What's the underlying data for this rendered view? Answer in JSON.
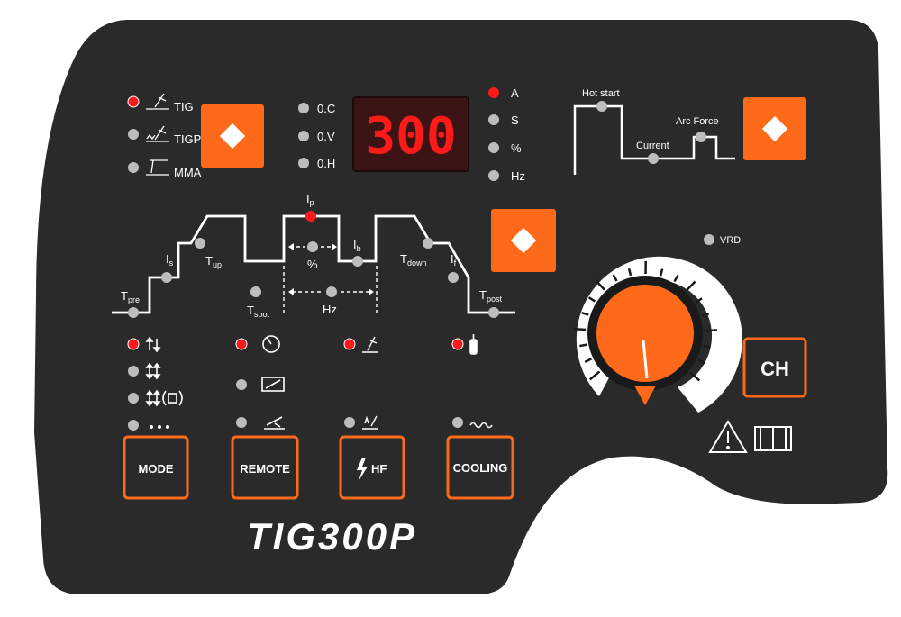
{
  "colors": {
    "panel": "#2a2a2a",
    "accent_orange": "#ff6a1a",
    "led_on": "#ff1a1a",
    "led_off": "#bdbdbd",
    "display_bg": "#3a1414",
    "display_text": "#ff1a1a",
    "line": "#ffffff"
  },
  "model": "TIG300P",
  "process": {
    "items": [
      {
        "label": "TIG",
        "icon": "tig-torch-icon",
        "active": true
      },
      {
        "label": "TIGP",
        "icon": "tig-pulse-torch-icon",
        "active": false
      },
      {
        "label": "MMA",
        "icon": "electrode-holder-icon",
        "active": false
      }
    ]
  },
  "output": {
    "items": [
      {
        "label": "0.C",
        "active": false
      },
      {
        "label": "0.V",
        "active": false
      },
      {
        "label": "0.H",
        "active": false
      }
    ]
  },
  "display": {
    "value": "300"
  },
  "units": {
    "items": [
      {
        "label": "A",
        "active": true
      },
      {
        "label": "S",
        "active": false
      },
      {
        "label": "%",
        "active": false
      },
      {
        "label": "Hz",
        "active": false
      }
    ]
  },
  "mma_graph": {
    "hot_start": "Hot start",
    "current": "Current",
    "arc_force": "Arc Force"
  },
  "tig_graph": {
    "tpre": {
      "main": "T",
      "sub": "pre"
    },
    "is": {
      "main": "I",
      "sub": "s"
    },
    "tup": {
      "main": "T",
      "sub": "up"
    },
    "ip": {
      "main": "I",
      "sub": "p"
    },
    "ib": {
      "main": "I",
      "sub": "b"
    },
    "tdown": {
      "main": "T",
      "sub": "down"
    },
    "if": {
      "main": "I",
      "sub": "f"
    },
    "tpost": {
      "main": "T",
      "sub": "post"
    },
    "tspot": {
      "main": "T",
      "sub": "spot"
    },
    "pct": "%",
    "hz": "Hz"
  },
  "vrd": {
    "label": "VRD"
  },
  "mode_options": [
    {
      "icon": "2t-trigger-icon",
      "active": true
    },
    {
      "icon": "4t-trigger-icon",
      "active": false
    },
    {
      "icon": "4t-repeat-icon",
      "active": false
    },
    {
      "icon": "spot-dots-icon",
      "active": false
    }
  ],
  "remote_options": [
    {
      "icon": "knob-remote-icon",
      "active": true
    },
    {
      "icon": "pedal-remote-icon",
      "active": false
    },
    {
      "icon": "foot-pedal-icon",
      "active": false
    }
  ],
  "hf_options": [
    {
      "icon": "hf-torch-icon",
      "active": true
    },
    {
      "icon": "lift-arc-icon",
      "active": false
    }
  ],
  "cooling_options": [
    {
      "icon": "gas-cylinder-icon",
      "active": true
    },
    {
      "icon": "water-cooling-icon",
      "active": false
    }
  ],
  "buttons": {
    "mode": "MODE",
    "remote": "REMOTE",
    "hf": "HF",
    "cooling": "COOLING",
    "ch": "CH"
  }
}
